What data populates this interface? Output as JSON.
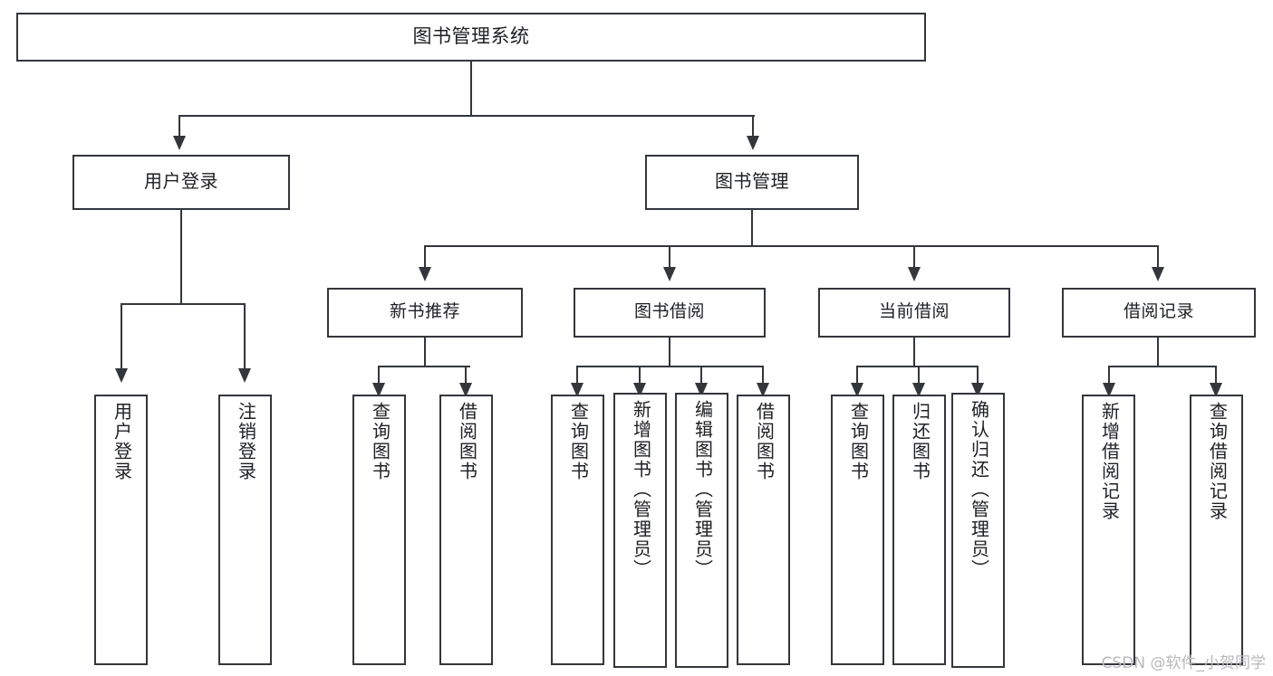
{
  "diagram": {
    "type": "hierarchy-tree",
    "title": "图书管理系统",
    "orientation": "top-down",
    "colors": {
      "line": "#33363b",
      "box_fill": "#ffffff",
      "text": "#1d1f22",
      "watermark": "#b9b9bb"
    }
  },
  "nodes": {
    "root": {
      "label": "图书管理系统"
    },
    "level1": [
      {
        "label": "用户登录"
      },
      {
        "label": "图书管理"
      }
    ],
    "level2": [
      {
        "label": "新书推荐"
      },
      {
        "label": "图书借阅"
      },
      {
        "label": "当前借阅"
      },
      {
        "label": "借阅记录"
      }
    ],
    "leaves": {
      "user_login": [
        {
          "label": "用户登录"
        },
        {
          "label": "注销登录"
        }
      ],
      "new_book_recommend": [
        {
          "label": "查询图书"
        },
        {
          "label": "借阅图书"
        }
      ],
      "book_borrow": [
        {
          "label": "查询图书"
        },
        {
          "label": "新增图书（管理员）"
        },
        {
          "label": "编辑图书（管理员）"
        },
        {
          "label": "借阅图书"
        }
      ],
      "current_borrow": [
        {
          "label": "查询图书"
        },
        {
          "label": "归还图书"
        },
        {
          "label": "确认归还（管理员）"
        }
      ],
      "borrow_record": [
        {
          "label": "新增借阅记录"
        },
        {
          "label": "查询借阅记录"
        }
      ]
    }
  },
  "watermark": {
    "text": "CSDN @软件_小贺同学"
  }
}
